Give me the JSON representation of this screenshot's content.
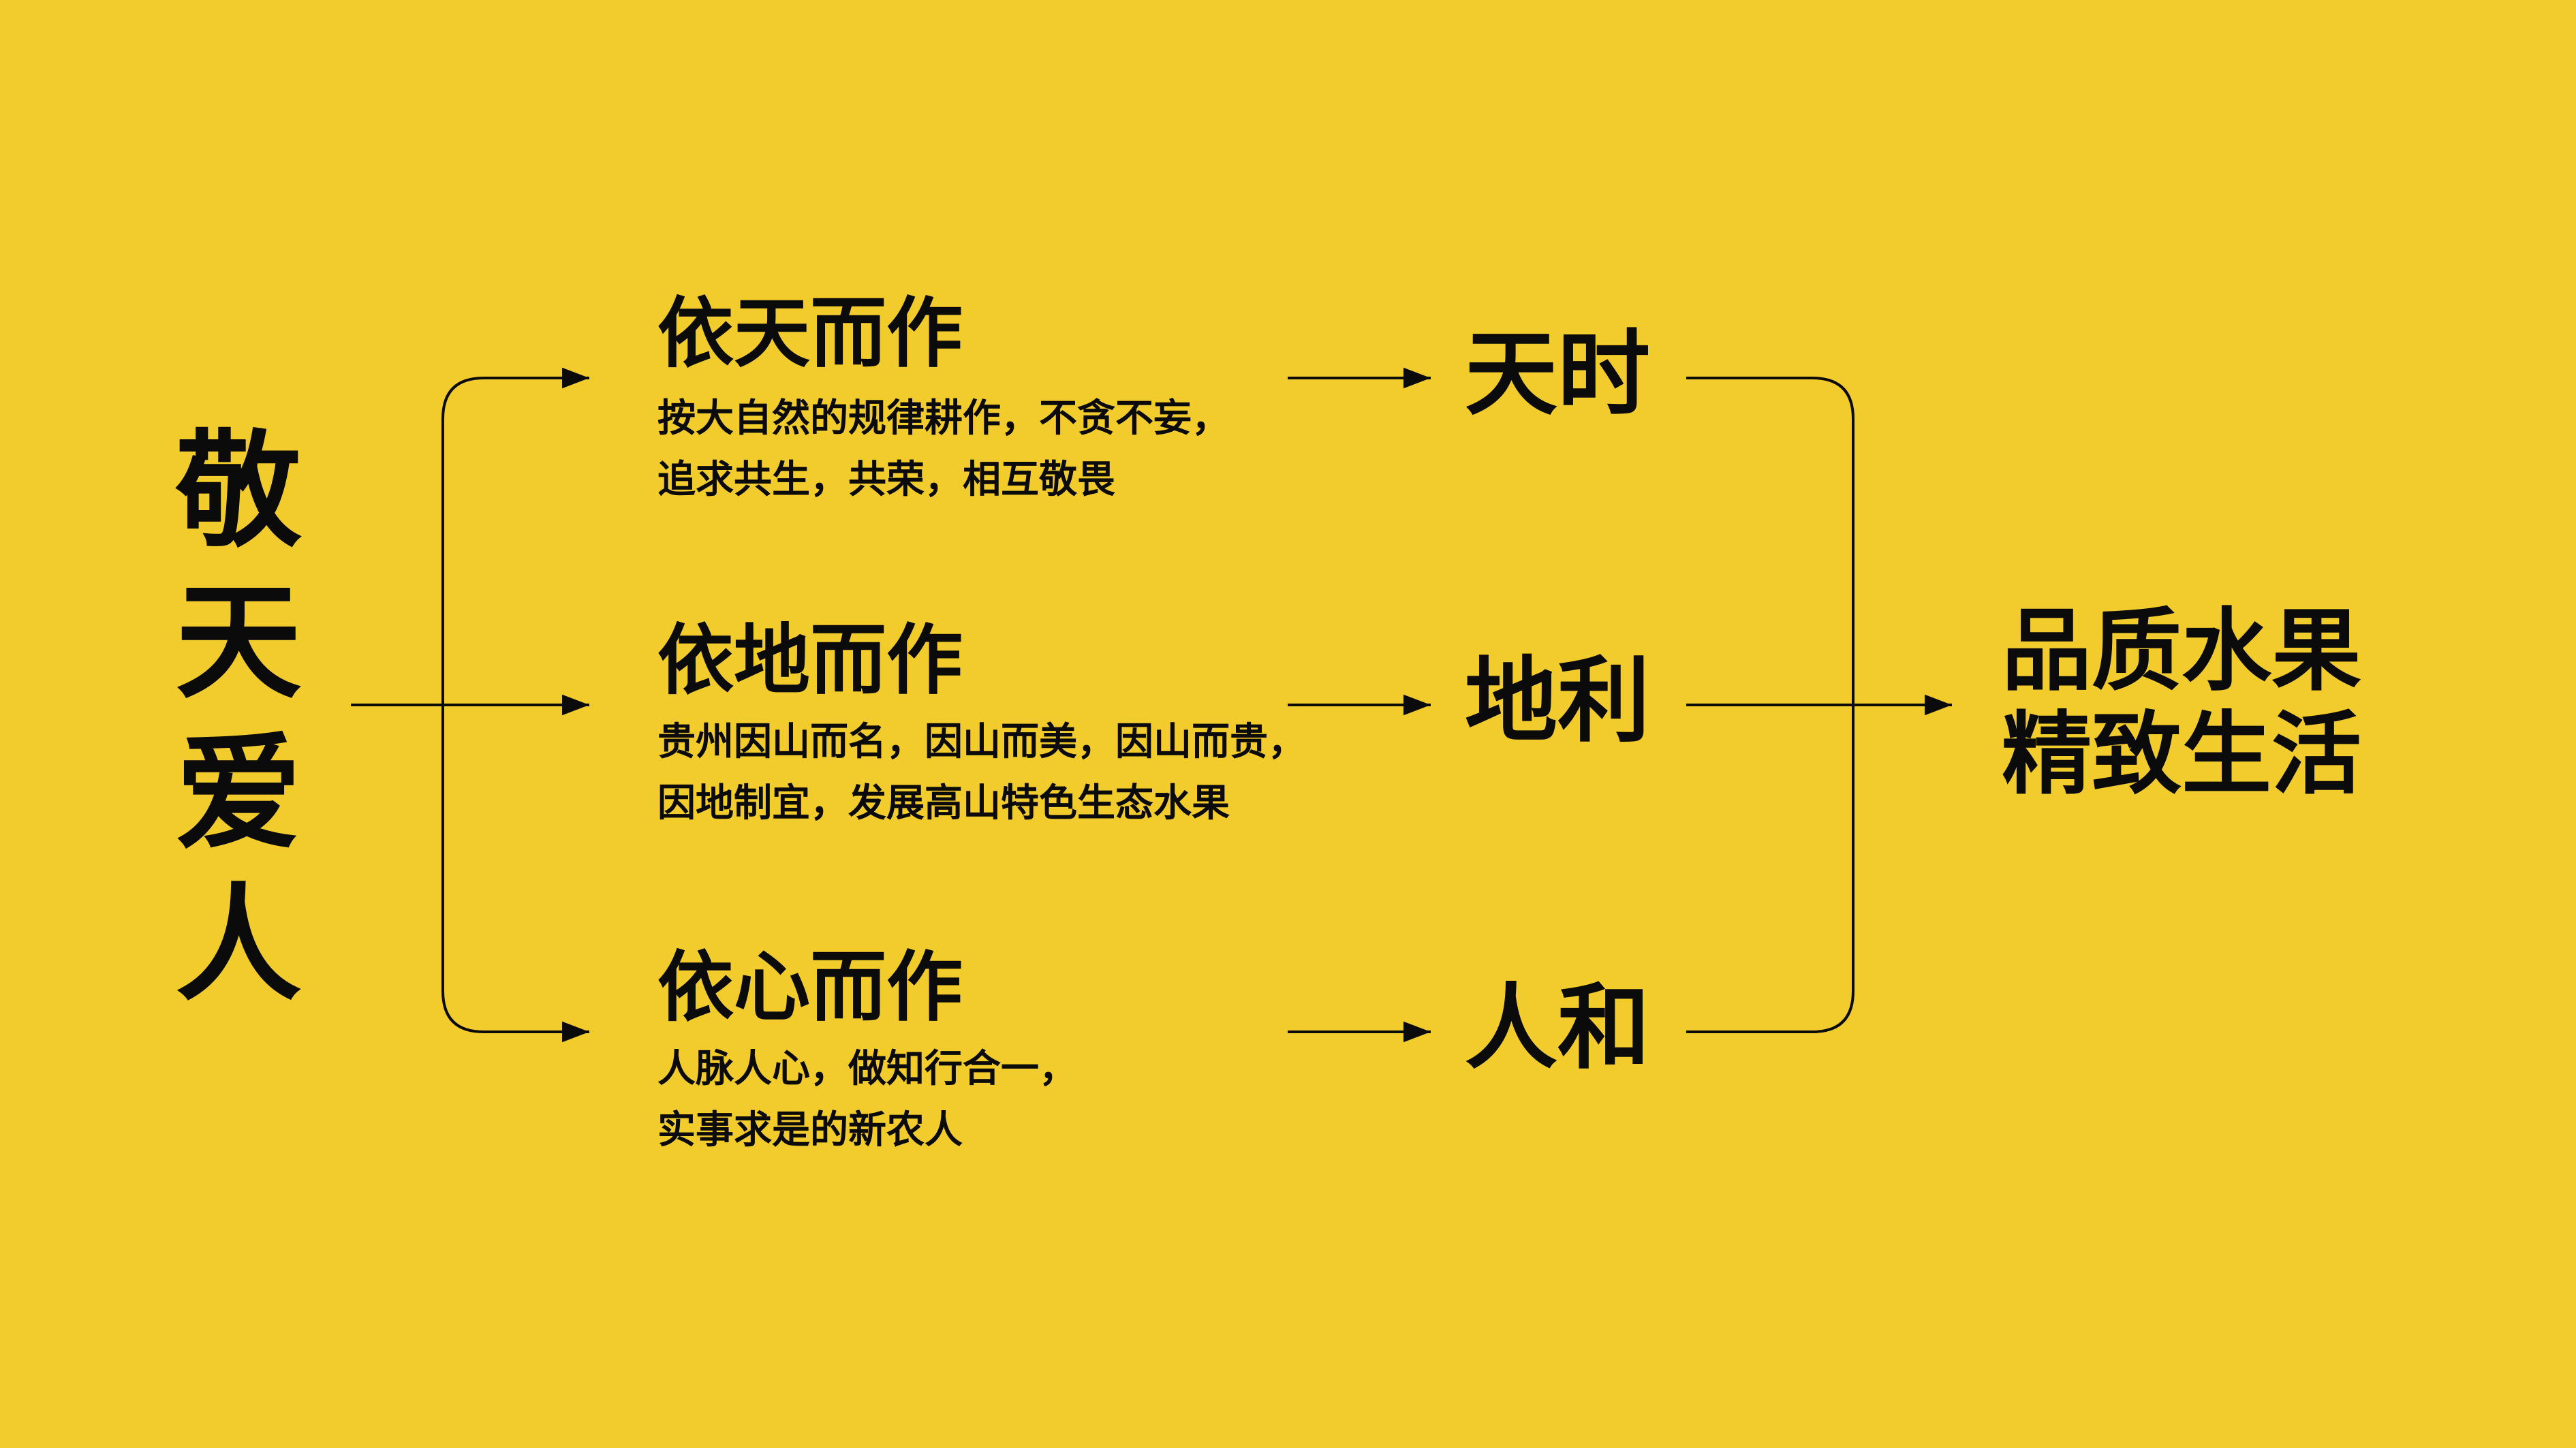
{
  "theme": {
    "background": "#f2cb2c",
    "ink": "#0b0b0b"
  },
  "root": {
    "chars": [
      "敬",
      "天",
      "爱",
      "人"
    ]
  },
  "branches": [
    {
      "heading": "依天而作",
      "desc_line1": "按大自然的规律耕作，不贪不妄，",
      "desc_line2": "追求共生，共荣，相互敬畏",
      "label": "天时"
    },
    {
      "heading": "依地而作",
      "desc_line1": "贵州因山而名，因山而美，因山而贵，",
      "desc_line2": "因地制宜，发展高山特色生态水果",
      "label": "地利"
    },
    {
      "heading": "依心而作",
      "desc_line1": "人脉人心，做知行合一，",
      "desc_line2": "实事求是的新农人",
      "label": "人和"
    }
  ],
  "result": {
    "line1": "品质水果",
    "line2": "精致生活"
  }
}
